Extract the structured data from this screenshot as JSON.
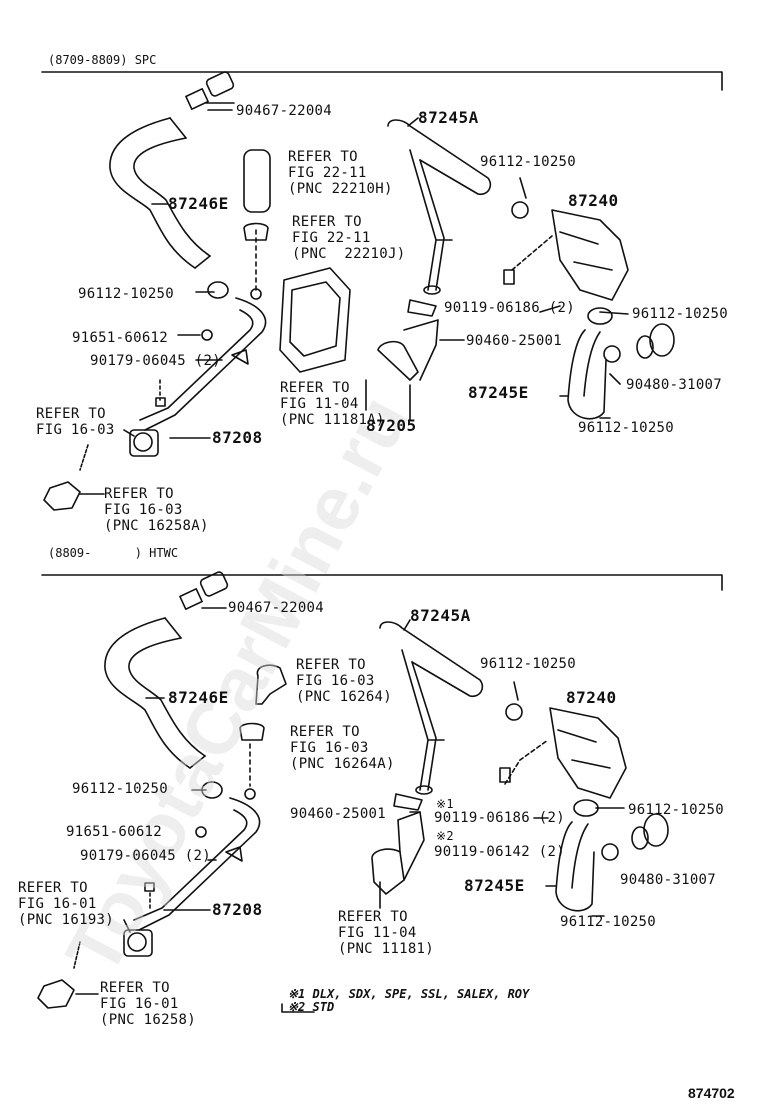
{
  "top": {
    "header": "(8709-8809) SPC",
    "labels": {
      "p1": "90467-22004",
      "p2": "87246E",
      "p3": "REFER TO\nFIG 22-11\n(PNC 22210H)",
      "p4": "REFER TO\nFIG 22-11\n(PNC  22210J)",
      "p5": "96112-10250",
      "p6": "91651-60612",
      "p7": "90179-06045 (2)",
      "p8": "REFER TO\nFIG 16-03",
      "p9": "87208",
      "p10": "REFER TO\nFIG 16-03\n(PNC 16258A)",
      "p11": "REFER TO\nFIG 11-04\n(PNC 11181A)",
      "p12": "87205",
      "p13": "87245A",
      "p14": "96112-10250",
      "p15": "87240",
      "p16": "90119-06186 (2)",
      "p17": "96112-10250",
      "p18": "90460-25001",
      "p19": "87245E",
      "p20": "90480-31007",
      "p21": "96112-10250"
    }
  },
  "bottom": {
    "header": "(8809-      ) HTWC",
    "labels": {
      "p1": "90467-22004",
      "p2": "87246E",
      "p3": "REFER TO\nFIG 16-03\n(PNC 16264)",
      "p4": "REFER TO\nFIG 16-03\n(PNC 16264A)",
      "p5": "96112-10250",
      "p6": "91651-60612",
      "p7": "90179-06045 (2)",
      "p8": "REFER TO\nFIG 16-01\n(PNC 16193)",
      "p9": "87208",
      "p10": "REFER TO\nFIG 16-01\n(PNC 16258)",
      "p11": "REFER TO\nFIG 11-04\n(PNC 11181)",
      "p12": "90460-25001",
      "p13": "87245A",
      "p14": "96112-10250",
      "p15": "87240",
      "p16": "90119-06186 (2)",
      "p16b": "90119-06142 (2)",
      "p17": "96112-10250",
      "p19": "87245E",
      "p20": "90480-31007",
      "p21": "96112-10250",
      "m1": "※1",
      "m2": "※2"
    },
    "notes": {
      "n1": "※1 DLX, SDX, SPE, SSL, SALEX, ROY",
      "n2": "※2 STD"
    }
  },
  "diagram_number": "874702",
  "watermark": "ToyotaCarMine.ru"
}
